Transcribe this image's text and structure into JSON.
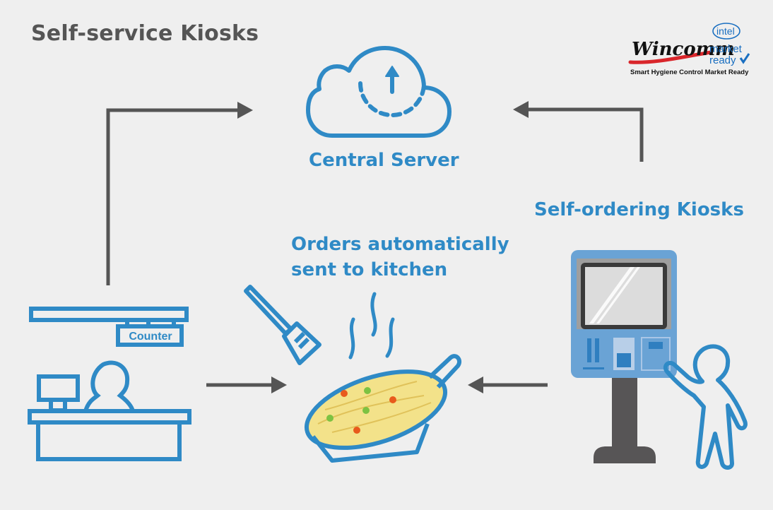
{
  "title": "Self-service Kiosks",
  "logo": {
    "brand": "Wincomm",
    "partner_top": "intel",
    "partner_line1": "market",
    "partner_line2": "ready",
    "caption": "Smart Hygiene Control Market Ready"
  },
  "nodes": {
    "server": {
      "label": "Central Server",
      "icon": "cloud-upload-icon"
    },
    "kiosk": {
      "label": "Self-ordering Kiosks",
      "icon": "kiosk-icon"
    },
    "kitchen": {
      "label_line1": "Orders automatically",
      "label_line2": "sent to kitchen",
      "icon": "frying-pan-icon"
    },
    "counter": {
      "sign": "Counter",
      "icon": "counter-desk-icon"
    }
  },
  "colors": {
    "accent_blue": "#2f8ac6",
    "arrow_gray": "#555555",
    "background": "#efefef",
    "kiosk_body": "#6aa3d5"
  },
  "flows": [
    {
      "from": "counter",
      "to": "server"
    },
    {
      "from": "kiosk",
      "to": "server"
    },
    {
      "from": "counter",
      "to": "kitchen"
    },
    {
      "from": "kiosk",
      "to": "kitchen"
    }
  ]
}
